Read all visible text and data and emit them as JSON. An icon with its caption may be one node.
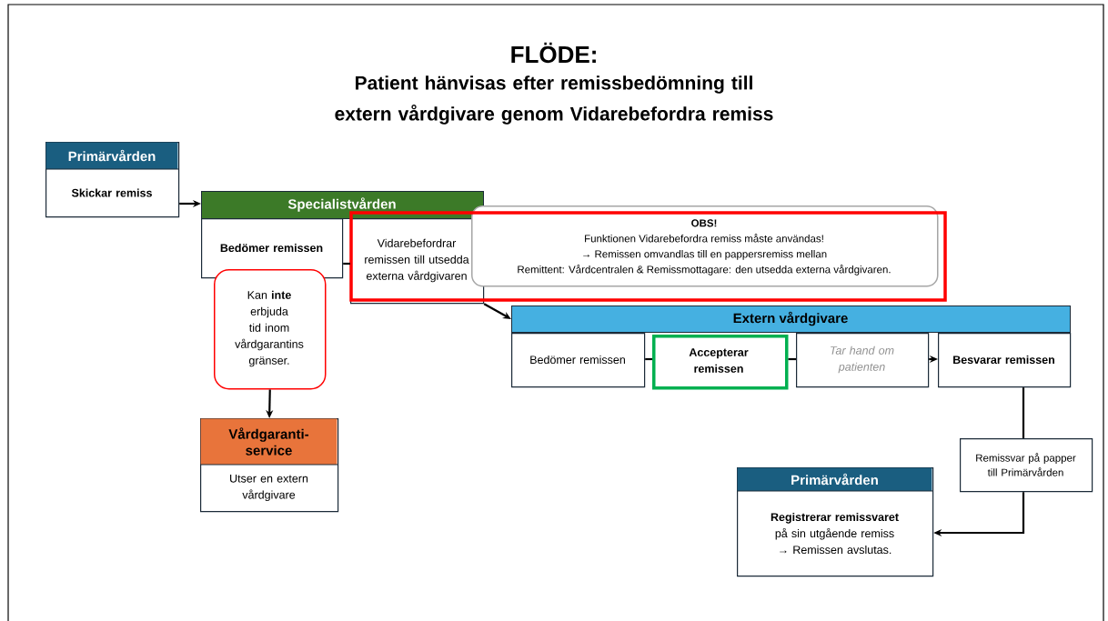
{
  "diagram": {
    "title": "FLÖDE:",
    "nodes": [
      {
        "text": [
          "Primärvården",
          "Skickar remiss"
        ]
      },
      {
        "text": [
          "Specialistvården"
        ]
      },
      {
        "text": [
          "Bedömer remissen"
        ]
      },
      {
        "text": [
          "Vidarebefordrar remissen till utsedda externa vårdgivaren"
        ]
      },
      {
        "text": [
          "OBS!",
          "Funktionen Vidarebefordra remiss måste användas!",
          "→ Remissen omvandlas till en pappersremiss mellan",
          "Remittent: Vårdcentralen & Remissmottagare: den utsedda externa vårdgivaren."
        ]
      },
      {
        "text": [
          "Kan **inte** erbjuda tid inom vårdgarantins gränser."
        ]
      },
      {
        "text": [
          "Vårdgaranti-service",
          "Utser en extern vårdgivare"
        ]
      },
      {
        "text": [
          "Extern vårdgivare"
        ]
      },
      {
        "text": [
          "Bedömer remissen"
        ]
      },
      {
        "text": [
          "Accepterar remissen"
        ]
      },
      {
        "text": [
          "Tar hand om patienten"
        ]
      },
      {
        "text": [
          "Besvarar remissen"
        ]
      },
      {
        "text": [
          "Remissvar på papper till Primärvården"
        ]
      },
      {
        "text": [
          "Primärvården",
          "**Registrerar remissvaret** på sin utgående remiss → Remissen avslutas."
        ]
      }
    ],
    "edges": [
      {
        "from": 0,
        "to": 1,
        "arrow": "to"
      },
      {
        "from": 2,
        "to": 3,
        "arrow": "none"
      },
      {
        "from": 3,
        "to": 7,
        "arrow": "to"
      },
      {
        "from": 5,
        "to": 6,
        "arrow": "to"
      },
      {
        "from": 8,
        "to": 9,
        "arrow": "none"
      },
      {
        "from": 9,
        "to": 10,
        "arrow": "none"
      },
      {
        "from": 10,
        "to": 11,
        "arrow": "to"
      },
      {
        "from": 11,
        "to": 12,
        "arrow": "none"
      },
      {
        "from": 12,
        "to": 13,
        "arrow": "to"
      }
    ],
    "labels": [
      "Patient hänvisas efter remissbedömning till extern vårdgivare genom Vidarebefordra remiss"
    ]
  }
}
